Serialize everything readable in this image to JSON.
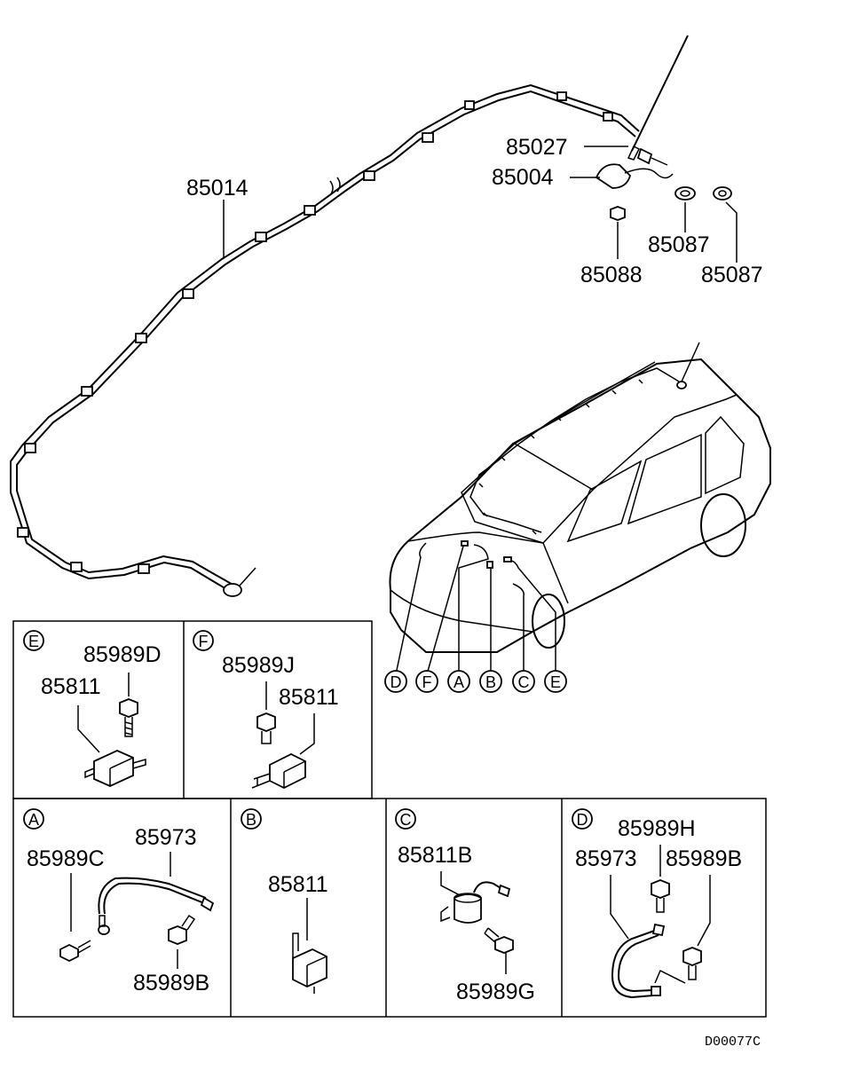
{
  "diagram": {
    "drawing_code": "D00077C",
    "main_labels": {
      "p85014": "85014",
      "p85027": "85027",
      "p85004": "85004",
      "p85087a": "85087",
      "p85087b": "85087",
      "p85088": "85088"
    },
    "callouts": [
      "D",
      "F",
      "A",
      "B",
      "C",
      "E"
    ],
    "panels": {
      "E": {
        "key": "E",
        "labels": [
          "85989D",
          "85811"
        ]
      },
      "F": {
        "key": "F",
        "labels": [
          "85989J",
          "85811"
        ]
      },
      "A": {
        "key": "A",
        "labels": [
          "85973",
          "85989C",
          "85989B"
        ]
      },
      "B": {
        "key": "B",
        "labels": [
          "85811"
        ]
      },
      "C": {
        "key": "C",
        "labels": [
          "85811B",
          "85989G"
        ]
      },
      "D": {
        "key": "D",
        "labels": [
          "85989H",
          "85973",
          "85989B"
        ]
      }
    }
  }
}
